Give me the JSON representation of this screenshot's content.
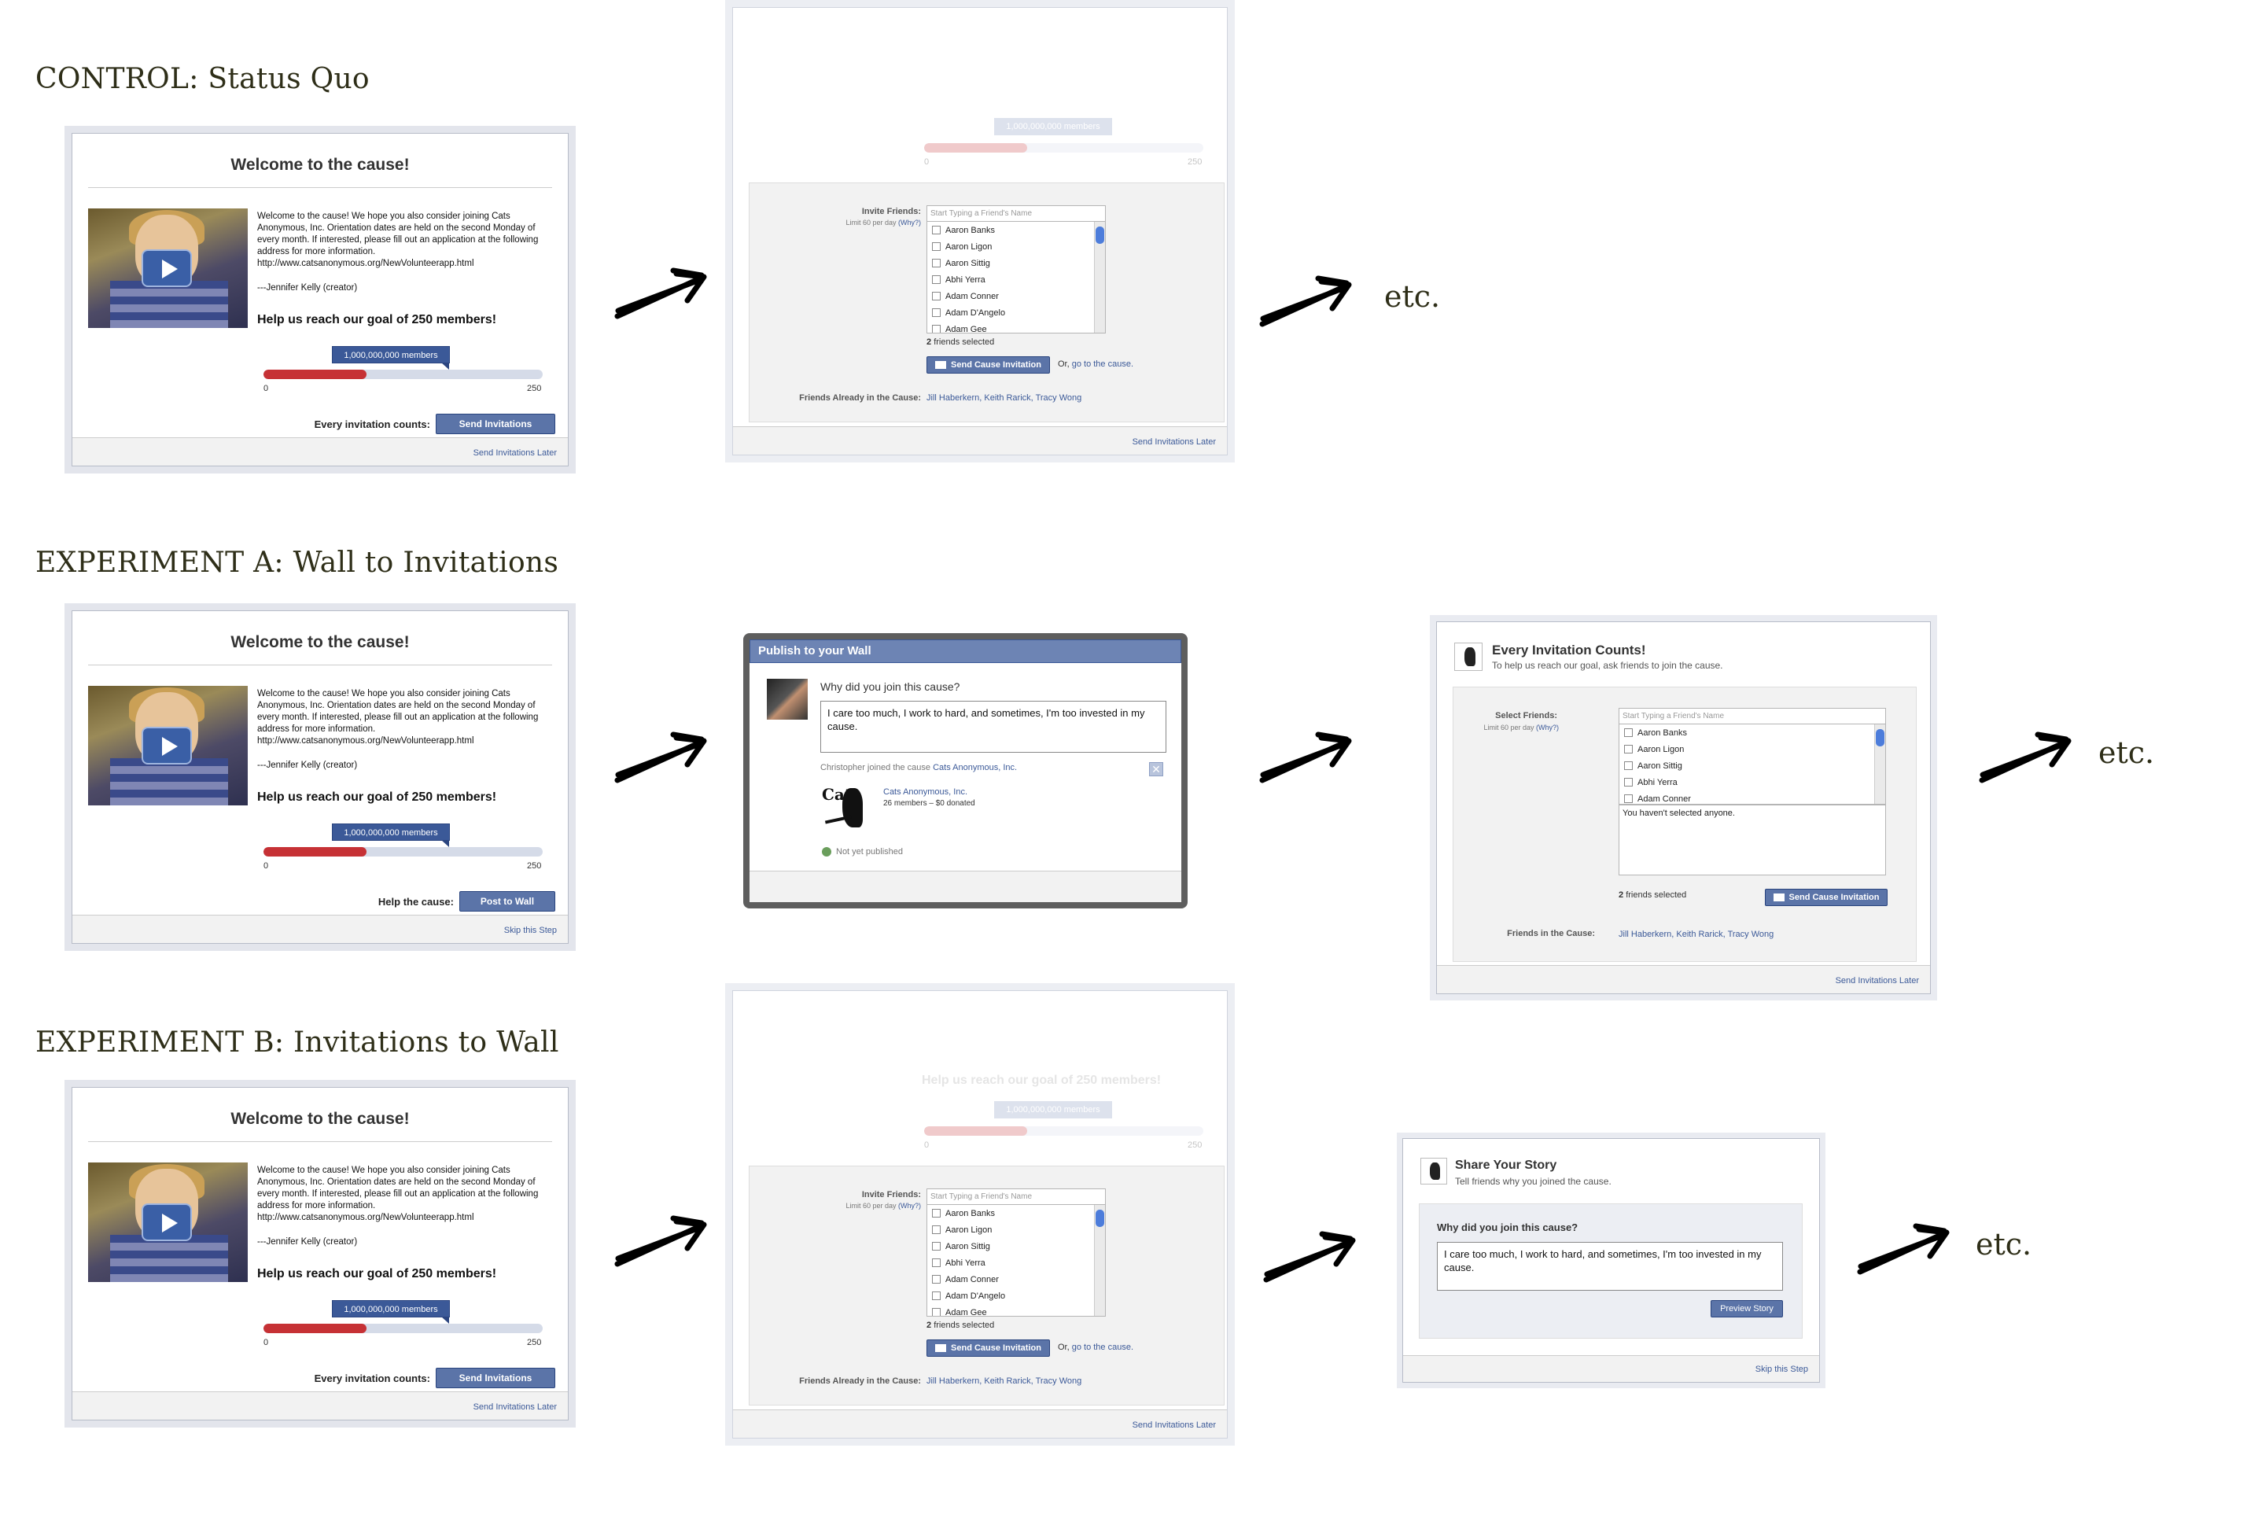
{
  "rows": {
    "control": {
      "title": "CONTROL: Status Quo"
    },
    "exp_a": {
      "title": "EXPERIMENT A: Wall to Invitations"
    },
    "exp_b": {
      "title": "EXPERIMENT B: Invitations to Wall"
    }
  },
  "etc_label": "etc.",
  "welcome": {
    "title": "Welcome to the cause!",
    "description": "Welcome to the cause!  We hope you also consider joining Cats Anonymous, Inc.  Orientation dates are held on the second Monday of every month.  If interested, please fill out an application at the following address for more information. http://www.catsanonymous.org/NewVolunteerapp.html",
    "creator": "---Jennifer Kelly (creator)",
    "goal": "Help us reach our goal of 250 members!",
    "members_badge": "1,000,000,000 members",
    "progress_fraction": 0.37,
    "scale_min": "0",
    "scale_max": "250",
    "invite_label": "Every invitation counts:",
    "invite_button": "Send Invitations",
    "invite_later": "Send Invitations Later",
    "wall_label": "Help the cause:",
    "wall_button": "Post to Wall",
    "skip": "Skip this Step"
  },
  "invite_dialog": {
    "label": "Invite Friends:",
    "limit": "Limit 60 per day",
    "why": "(Why?)",
    "placeholder": "Start Typing a Friend's Name",
    "friends": [
      "Aaron Banks",
      "Aaron Ligon",
      "Aaron Sittig",
      "Abhi Yerra",
      "Adam Conner",
      "Adam D'Angelo",
      "Adam Gee"
    ],
    "selected_count": "2",
    "selected_suffix": "friends selected",
    "send_button": "Send Cause Invitation",
    "or_text": "Or,",
    "goto_link": "go to the cause.",
    "already_label": "Friends Already in the Cause:",
    "already_names": "Jill Haberkern, Keith Rarick, Tracy Wong",
    "later": "Send Invitations Later",
    "faded_goal": "Help us reach our goal of 250 members!",
    "faded_badge": "1,000,000,000 members",
    "faded_min": "0",
    "faded_max": "250"
  },
  "publish_dialog": {
    "title": "Publish to your Wall",
    "question": "Why did you join this cause?",
    "answer": "I care too much, I work to hard, and sometimes, I'm too invested in my cause.",
    "joined_prefix": "Christopher joined the cause",
    "cause_name": "Cats Anonymous, Inc.",
    "cause_stats": "26 members – $0 donated",
    "logo_text": "Cats",
    "status": "Not yet published"
  },
  "every_invitation": {
    "title": "Every Invitation Counts!",
    "subtitle": "To help us reach our goal, ask friends to join the cause.",
    "select_label": "Select Friends:",
    "limit": "Limit 60 per day",
    "why": "(Why?)",
    "placeholder": "Start Typing a Friend's Name",
    "friends": [
      "Aaron Banks",
      "Aaron Ligon",
      "Aaron Sittig",
      "Abhi Yerra",
      "Adam Conner"
    ],
    "none_selected": "You haven't selected anyone.",
    "selected_count": "2",
    "selected_suffix": "friends selected",
    "send_button": "Send Cause Invitation",
    "in_cause_label": "Friends in the Cause:",
    "in_cause_names": "Jill Haberkern, Keith Rarick, Tracy Wong",
    "later": "Send Invitations Later"
  },
  "share_story": {
    "title": "Share Your Story",
    "subtitle": "Tell friends why you joined the cause.",
    "question": "Why did you join this cause?",
    "answer": "I care too much, I work to hard, and sometimes, I'm too invested in my cause.",
    "preview_button": "Preview Story",
    "skip": "Skip this Step"
  }
}
